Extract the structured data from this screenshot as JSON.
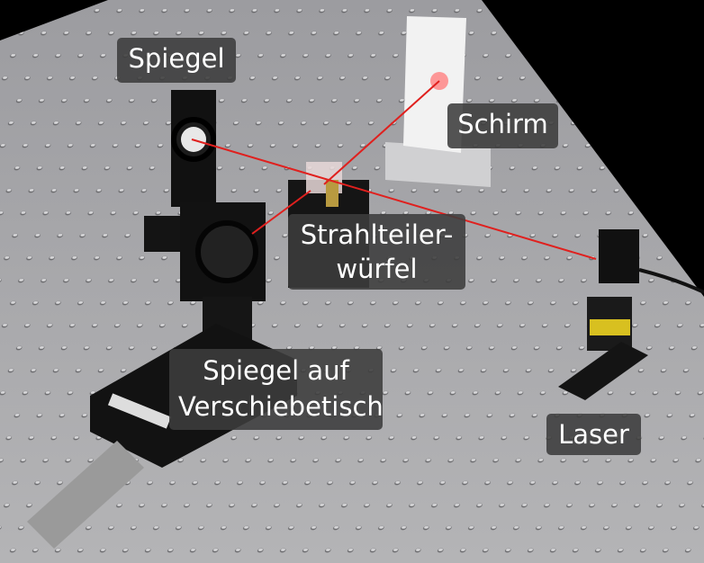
{
  "labels": {
    "mirror_top": "Spiegel",
    "screen": "Schirm",
    "beam_splitter_line1": "Strahlteiler-",
    "beam_splitter_line2": "würfel",
    "mirror_stage_line1": "Spiegel auf",
    "mirror_stage_line2": "Verschiebetisch",
    "laser": "Laser"
  },
  "colors": {
    "table": "#a9a9ab",
    "background": "#000000",
    "laser_beam": "#e0201e",
    "label_box": "#3c3c3c"
  }
}
